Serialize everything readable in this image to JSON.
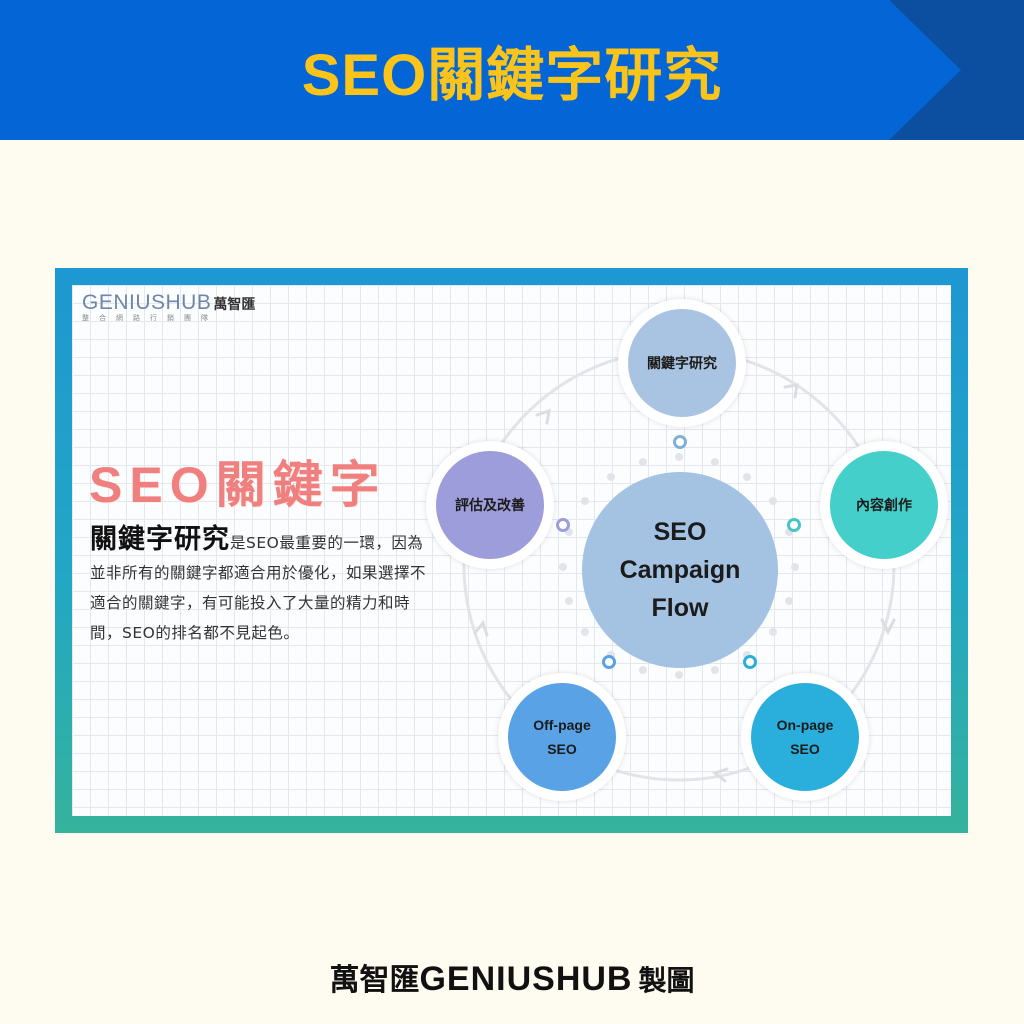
{
  "header": {
    "title": "SEO關鍵字研究",
    "colors": {
      "background": "#0465d6",
      "accent_block": "#0c4fa0",
      "title": "#fbc41a"
    }
  },
  "card": {
    "logo": {
      "en": "GENIUSHUB",
      "zh": "萬智匯",
      "tagline": "整合網路行銷團隊"
    },
    "big_title": "SEO關鍵字",
    "description": {
      "lead": "關鍵字研究",
      "body": "是SEO最重要的一環，因為並非所有的關鍵字都適合用於優化，如果選擇不適合的關鍵字，有可能投入了大量的精力和時間，SEO的排名都不見起色。"
    },
    "diagram": {
      "center": {
        "line1": "SEO",
        "line2": "Campaign",
        "line3": "Flow",
        "color": "#a4c2e2"
      },
      "nodes": [
        {
          "label": "關鍵字研究",
          "color": "#a9c4e2"
        },
        {
          "label": "內容創作",
          "color": "#45cfca"
        },
        {
          "label": "On-page SEO",
          "line1": "On-page",
          "line2": "SEO",
          "color": "#2aafdc"
        },
        {
          "label": "Off-page SEO",
          "line1": "Off-page",
          "line2": "SEO",
          "color": "#5aa2e6"
        },
        {
          "label": "評估及改善",
          "color": "#9d9ddb"
        }
      ]
    }
  },
  "footer": {
    "zh": "萬智匯",
    "brand": "GENIUSHUB",
    "suffix": "製圖"
  }
}
